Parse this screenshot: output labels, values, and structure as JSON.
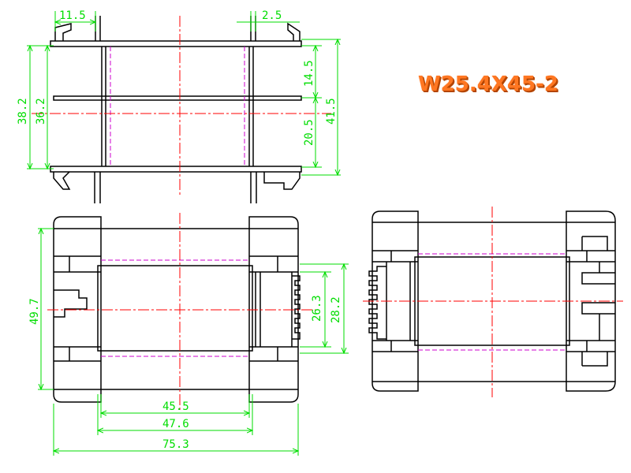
{
  "title": "W25.4X45-2",
  "colors": {
    "outline": "#000000",
    "dimension": "#00dd00",
    "centerline": "#ff0000",
    "hidden": "#cc00cc",
    "title": "#ff7722"
  },
  "dimensions": {
    "top_left_flange": "11.5",
    "top_right_flange": "2.5",
    "height_outer": "38.2",
    "height_inner": "36.2",
    "upper_section": "14.5",
    "lower_section": "20.5",
    "overall_height": "41.5",
    "plan_height": "49.7",
    "slot_inner": "26.3",
    "slot_outer": "28.2",
    "length_inner": "45.5",
    "length_mid": "47.6",
    "length_overall": "75.3"
  }
}
